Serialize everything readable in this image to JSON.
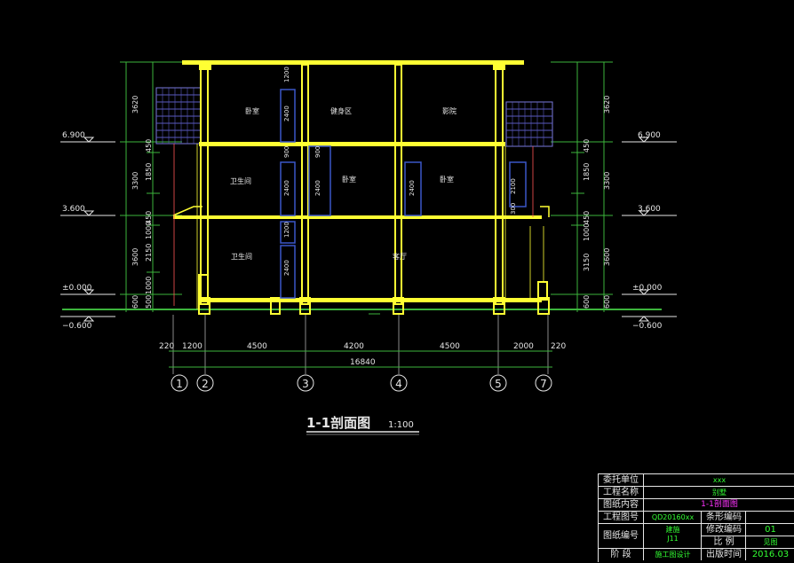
{
  "colors": {
    "background": "#000000",
    "wall": "#ffff33",
    "dim": "#3cb43c",
    "window": "#3b57c8",
    "text": "#e6e6e6",
    "magenta": "#ff33ff",
    "green_text": "#33ff33"
  },
  "rooms": {
    "f3_left": "卧室",
    "f3_mid": "健身区",
    "f3_right": "影院",
    "f2_left": "卫生间",
    "f2_mid": "卧室",
    "f2_right": "卧室",
    "f1_left": "卫生间",
    "f1_mid": "客厅"
  },
  "window_heights": {
    "w3_left": "2400",
    "w3_top": "1200",
    "w3_mid": "900",
    "w2_left": "2400",
    "w2_mid": "2400",
    "w2_mid_top": "900",
    "w2_right": "2400",
    "w2_far": "2100",
    "w2_far_low": "300",
    "w1_top": "1200",
    "w1_left": "2400"
  },
  "elevations": {
    "left": [
      "6.900",
      "3.600",
      "±0.000",
      "−0.600"
    ],
    "right": [
      "6.900",
      "3.600",
      "±0.000",
      "−0.600"
    ]
  },
  "vertical_dims_left": {
    "outer": [
      "3620",
      "3300",
      "3600",
      "600"
    ],
    "inner": [
      "450",
      "1850",
      "450",
      "1000",
      "2150",
      "1000",
      "500"
    ]
  },
  "vertical_dims_right": {
    "outer": [
      "3620",
      "3300",
      "3600",
      "600"
    ],
    "inner": [
      "450",
      "1850",
      "450",
      "1000",
      "3150",
      "600"
    ]
  },
  "horizontal_dims": {
    "segments": [
      "220",
      "1200",
      "4500",
      "4200",
      "4500",
      "2000",
      "220"
    ],
    "total": "16840"
  },
  "axes": [
    "1",
    "2",
    "3",
    "4",
    "5",
    "7"
  ],
  "drawing_title": {
    "main": "1-1剖面图",
    "scale": "1:100"
  },
  "title_block": {
    "client_label": "委托单位",
    "client_value": "xxx",
    "project_label": "工程名称",
    "project_value": "别墅",
    "content_label": "图纸内容",
    "content_value": "1-1剖面图",
    "project_no_label": "工程图号",
    "project_no_value": "QD20160xx",
    "barcode_label": "条形编码",
    "barcode_value": "",
    "drawing_no_label": "图纸编号",
    "drawing_no_value": "建施",
    "drawing_no_sub": "J11",
    "revision_label": "修改编码",
    "revision_value": "01",
    "scale_label": "比  例",
    "scale_value": "见图",
    "stage_label": "阶  段",
    "stage_value": "施工图设计",
    "date_label": "出版时间",
    "date_value": "2016.03"
  }
}
